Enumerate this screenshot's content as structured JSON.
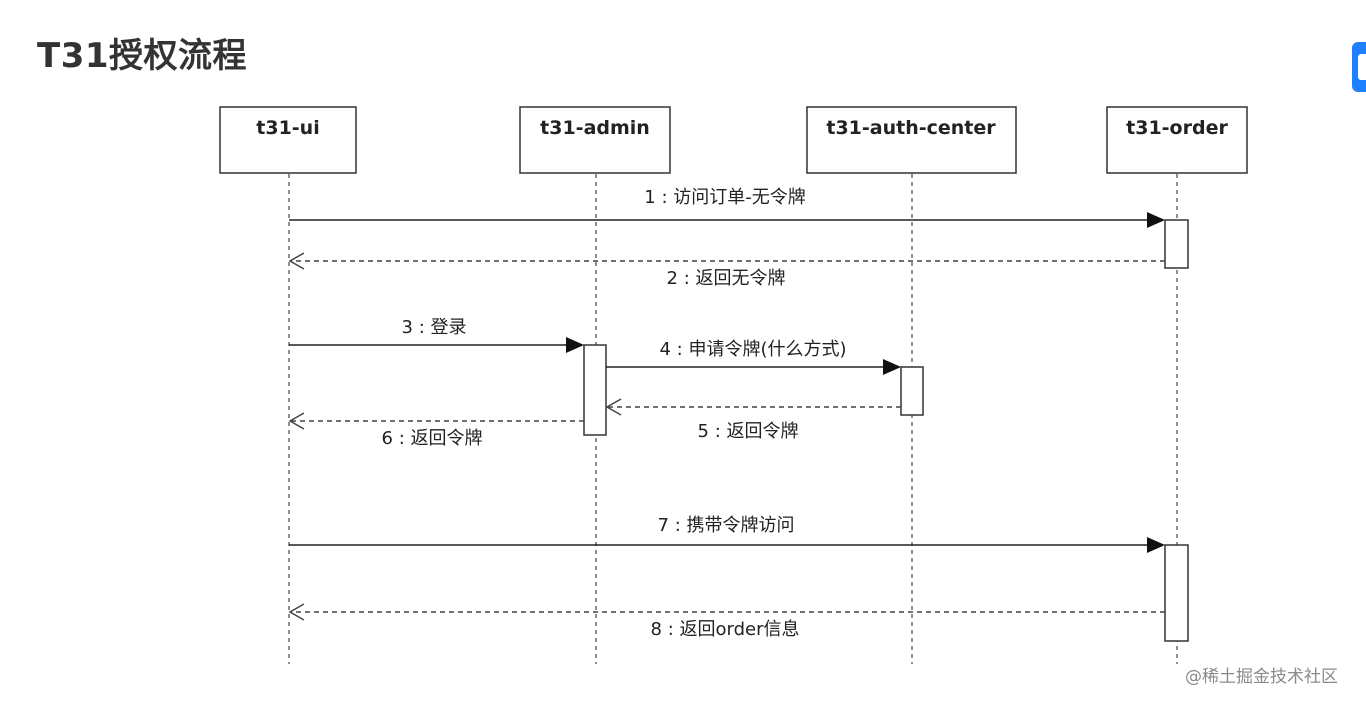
{
  "page": {
    "title": "T31授权流程"
  },
  "participants": [
    {
      "id": "ui",
      "label": "t31-ui"
    },
    {
      "id": "admin",
      "label": "t31-admin"
    },
    {
      "id": "auth",
      "label": "t31-auth-center"
    },
    {
      "id": "order",
      "label": "t31-order"
    }
  ],
  "messages": [
    {
      "label": "1 : 访问订单-无令牌",
      "from": "ui",
      "to": "order",
      "style": "solid"
    },
    {
      "label": "2 : 返回无令牌",
      "from": "order",
      "to": "ui",
      "style": "dashed"
    },
    {
      "label": "3 : 登录",
      "from": "ui",
      "to": "admin",
      "style": "solid"
    },
    {
      "label": "4 : 申请令牌(什么方式)",
      "from": "admin",
      "to": "auth",
      "style": "solid"
    },
    {
      "label": "5 : 返回令牌",
      "from": "auth",
      "to": "admin",
      "style": "dashed"
    },
    {
      "label": "6 : 返回令牌",
      "from": "admin",
      "to": "ui",
      "style": "dashed"
    },
    {
      "label": "7 : 携带令牌访问",
      "from": "ui",
      "to": "order",
      "style": "solid"
    },
    {
      "label": "8 : 返回order信息",
      "from": "order",
      "to": "ui",
      "style": "dashed"
    }
  ],
  "watermark": "@稀土掘金技术社区"
}
